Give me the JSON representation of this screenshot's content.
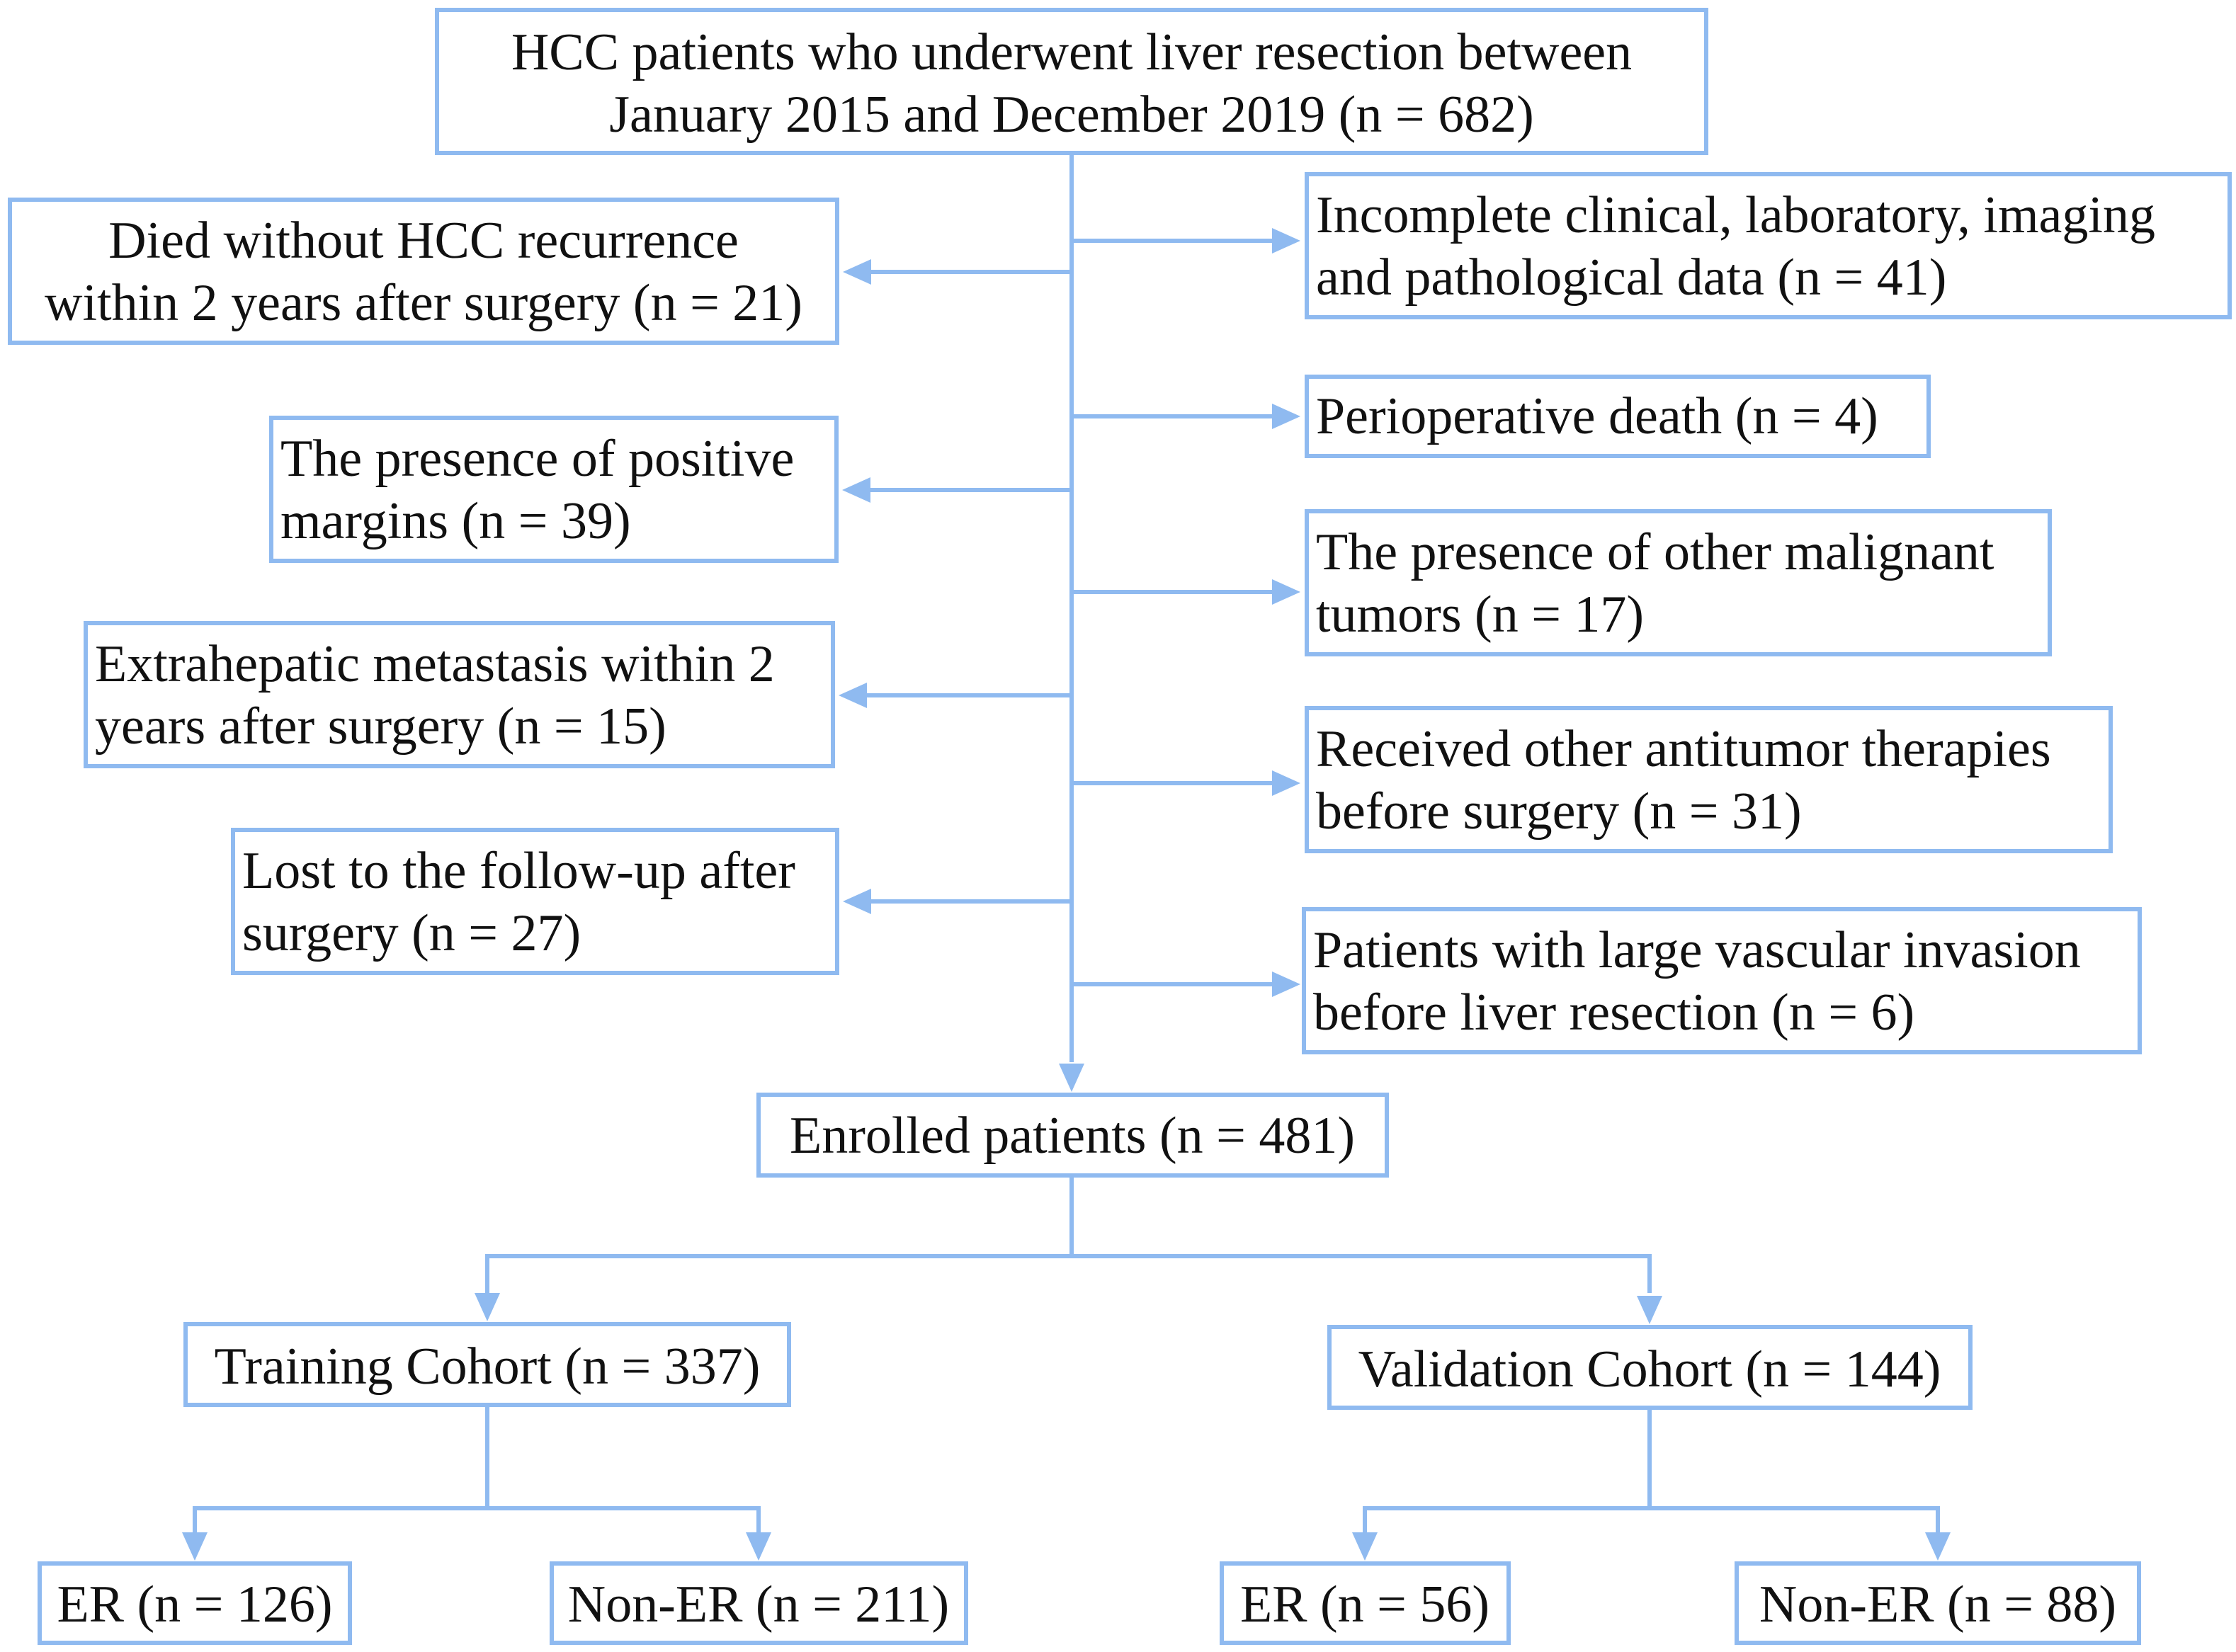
{
  "colors": {
    "line": "#8fbaf0",
    "text": "#111111",
    "background": "#ffffff"
  },
  "nodes": {
    "top": {
      "lines": [
        "HCC patients who underwent liver resection  between",
        "January 2015 and December 2019 (n = 682)"
      ]
    },
    "excl_left": [
      {
        "lines": [
          "Died without HCC recurrence",
          "within 2 years after surgery (n = 21)"
        ]
      },
      {
        "lines": [
          "The presence of positive",
          "margins (n = 39)"
        ]
      },
      {
        "lines": [
          "Extrahepatic metastasis within 2",
          "years after surgery (n = 15)"
        ]
      },
      {
        "lines": [
          "Lost to the follow-up after",
          "surgery (n = 27)"
        ]
      }
    ],
    "excl_right": [
      {
        "lines": [
          "Incomplete  clinical, laboratory, imaging",
          "and pathological data (n = 41)"
        ]
      },
      {
        "lines": [
          "Perioperative death (n = 4)"
        ]
      },
      {
        "lines": [
          "The presence of other malignant",
          "tumors (n = 17)"
        ]
      },
      {
        "lines": [
          "Received other antitumor therapies",
          "before surgery (n = 31)"
        ]
      },
      {
        "lines": [
          "Patients with large vascular invasion",
          "before liver resection  (n = 6)"
        ]
      }
    ],
    "enrolled": {
      "lines": [
        "Enrolled patients (n = 481)"
      ]
    },
    "training": {
      "lines": [
        "Training Cohort (n = 337)"
      ]
    },
    "validation": {
      "lines": [
        "Validation Cohort (n = 144)"
      ]
    },
    "training_er": {
      "lines": [
        "ER (n = 126)"
      ]
    },
    "training_nonER": {
      "lines": [
        "Non-ER (n = 211)"
      ]
    },
    "validation_er": {
      "lines": [
        "ER (n = 56)"
      ]
    },
    "validation_nonER": {
      "lines": [
        "Non-ER (n = 88)"
      ]
    }
  }
}
